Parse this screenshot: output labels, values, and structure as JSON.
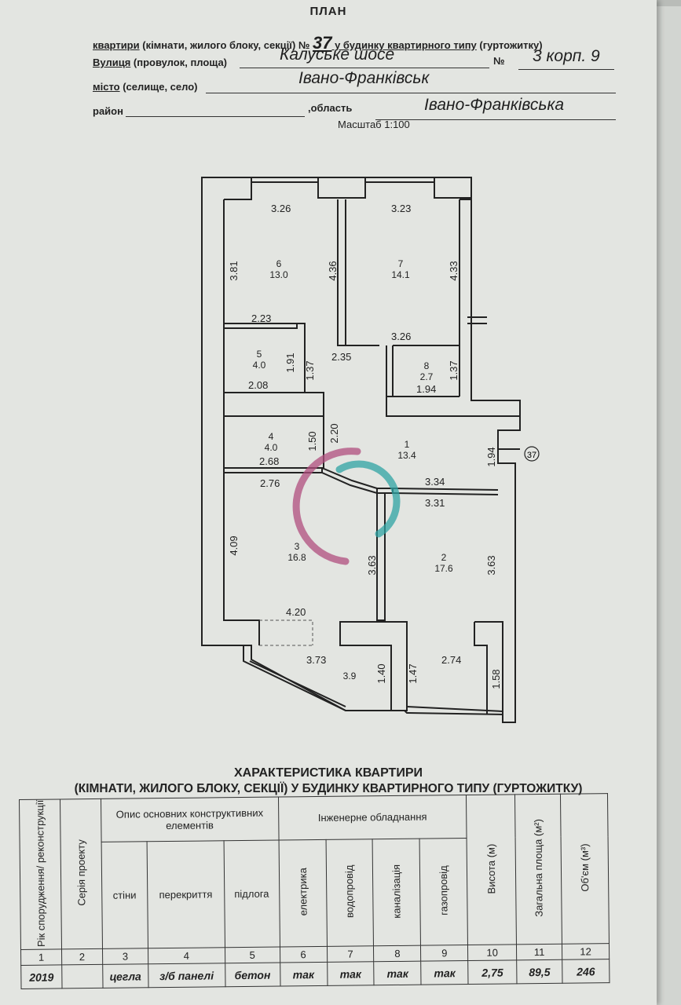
{
  "header": {
    "title": "ПЛАН",
    "line1_prefix": "квартири",
    "line1_middle": " (кімнати, жилого блоку, секції) № ",
    "apartment_no": "37",
    "line1_suffix_u": " у будинку квартирного типу",
    "line1_suffix": " (гуртожитку)",
    "street_label_u": "Вулиця",
    "street_label": " (провулок, площа)",
    "street_value": "Калуське шосе",
    "no_label": "№",
    "house_value": "3 корп. 9",
    "city_label_u": "місто",
    "city_label": " (селище, село)",
    "city_value": "Івано-Франківськ",
    "district_label": "район",
    "oblast_label": ",область",
    "oblast_value": "Івано-Франківська",
    "scale": "Масштаб 1:100"
  },
  "plan": {
    "outer_label": "37",
    "rooms": [
      {
        "no": "1",
        "area": "13.4"
      },
      {
        "no": "2",
        "area": "17.6"
      },
      {
        "no": "3",
        "area": "16.8"
      },
      {
        "no": "4",
        "area": "4.0"
      },
      {
        "no": "5",
        "area": "4.0"
      },
      {
        "no": "6",
        "area": "13.0"
      },
      {
        "no": "7",
        "area": "14.1"
      },
      {
        "no": "8",
        "area": "2.7"
      },
      {
        "no": "",
        "area": "3.9"
      }
    ],
    "dims": [
      "3.26",
      "3.23",
      "3.81",
      "4.36",
      "4.33",
      "2.23",
      "3.26",
      "1.91",
      "1.37",
      "2.35",
      "1.37",
      "2.08",
      "1.94",
      "1.50",
      "2.20",
      "2.68",
      "1.94",
      "2.76",
      "3.34",
      "3.31",
      "4.09",
      "3.63",
      "3.63",
      "4.20",
      "3.73",
      "1.40",
      "1.47",
      "2.74",
      "1.58"
    ]
  },
  "characteristics": {
    "title1": "ХАРАКТЕРИСТИКА КВАРТИРИ",
    "title2": "(КІМНАТИ, ЖИЛОГО БЛОКУ, СЕКЦІЇ) У БУДИНКУ КВАРТИРНОГО ТИПУ (ГУРТОЖИТКУ)",
    "col_year": "Рік спорудження/ реконструкції",
    "col_series": "Серія проекту",
    "group_construct": "Опис основних конструктивних елементів",
    "col_walls": "стіни",
    "col_floors": "перекриття",
    "col_floor": "підлога",
    "group_engineering": "Інженерне обладнання",
    "col_electric": "електрика",
    "col_water": "водопровід",
    "col_sewer": "каналізація",
    "col_gas": "газопровід",
    "col_height": "Висота (м)",
    "col_area": "Загальна площа (м²)",
    "col_volume": "Об'єм (м³)",
    "numbers": [
      "1",
      "2",
      "3",
      "4",
      "5",
      "6",
      "7",
      "8",
      "9",
      "10",
      "11",
      "12"
    ],
    "values": {
      "year": "2019",
      "series": "",
      "walls": "цегла",
      "floors": "з/б панелі",
      "floor": "бетон",
      "electric": "так",
      "water": "так",
      "sewer": "так",
      "gas": "так",
      "height": "2,75",
      "area": "89,5",
      "volume": "246"
    }
  }
}
